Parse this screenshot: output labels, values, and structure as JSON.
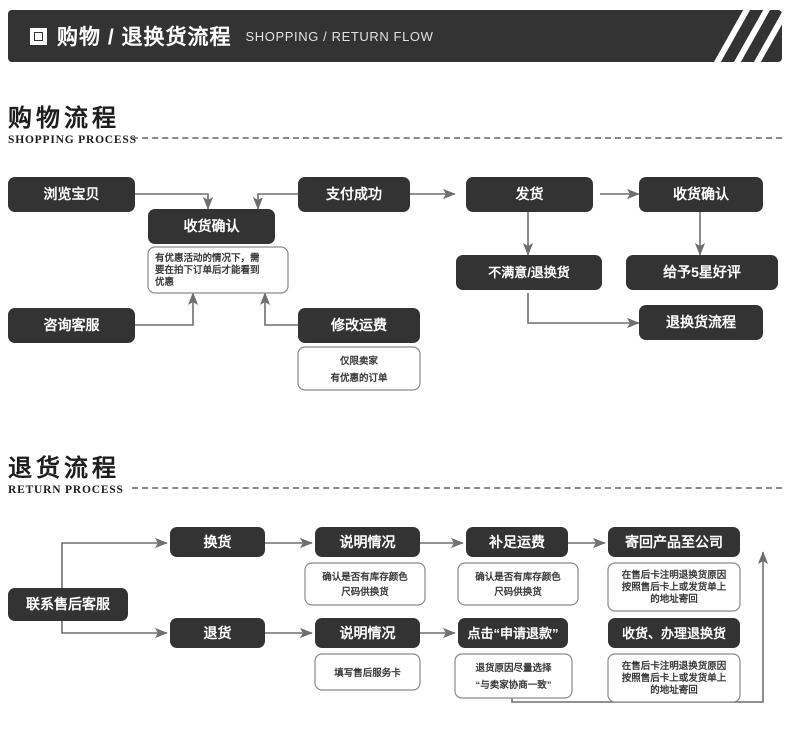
{
  "header": {
    "icon": "square-icon",
    "title_cn": "购物 / 退换货流程",
    "title_en": "SHOPPING / RETURN FLOW",
    "bg_color": "#333333",
    "text_color": "#ffffff"
  },
  "sections": [
    {
      "id": "shopping",
      "title_cn": "购物流程",
      "title_en": "SHOPPING PROCESS"
    },
    {
      "id": "return",
      "title_cn": "退货流程",
      "title_en": "RETURN PROCESS"
    }
  ],
  "colors": {
    "box_dark": "#333333",
    "box_light": "#ffffff",
    "box_light_border": "#8a8a8a",
    "connector": "#6f6f6f",
    "dash": "#8a8a8a"
  },
  "shopping_flow": {
    "nodes": [
      {
        "id": "s1",
        "label": "浏览宝贝",
        "type": "dark"
      },
      {
        "id": "s2",
        "label": "收货确认",
        "type": "dark"
      },
      {
        "id": "s3",
        "label": "支付成功",
        "type": "dark"
      },
      {
        "id": "s4",
        "label": "发货",
        "type": "dark"
      },
      {
        "id": "s5",
        "label": "收货确认",
        "type": "dark"
      },
      {
        "id": "s6",
        "label": "不满意/退换货",
        "type": "dark"
      },
      {
        "id": "s7",
        "label": "给予5星好评",
        "type": "dark"
      },
      {
        "id": "s8",
        "label": "咨询客服",
        "type": "dark"
      },
      {
        "id": "s9",
        "label": "修改运费",
        "type": "dark"
      },
      {
        "id": "s10",
        "label": "退换货流程",
        "type": "dark"
      }
    ],
    "notes": [
      {
        "id": "n1",
        "for": "s2",
        "align": "left",
        "lines": [
          "有优惠活动的情况下，需",
          "要在拍下订单后才能看到",
          "优惠"
        ]
      },
      {
        "id": "n2",
        "for": "s9",
        "align": "center",
        "lines": [
          "仅限卖家",
          "有优惠的订单"
        ]
      }
    ],
    "edges": [
      {
        "from": "s1",
        "to": "s2"
      },
      {
        "from": "s3",
        "to": "s2"
      },
      {
        "from": "s8",
        "to": "n1"
      },
      {
        "from": "s9",
        "to": "n1"
      },
      {
        "from": "s3",
        "to": "s4"
      },
      {
        "from": "s4",
        "to": "s5"
      },
      {
        "from": "s4",
        "to": "s6"
      },
      {
        "from": "s5",
        "to": "s7"
      },
      {
        "from": "s6",
        "to": "s10"
      }
    ]
  },
  "return_flow": {
    "nodes": [
      {
        "id": "r1",
        "label": "联系售后客服",
        "type": "dark"
      },
      {
        "id": "r2",
        "label": "换货",
        "type": "dark"
      },
      {
        "id": "r3",
        "label": "说明情况",
        "type": "dark"
      },
      {
        "id": "r4",
        "label": "补足运费",
        "type": "dark"
      },
      {
        "id": "r5",
        "label": "寄回产品至公司",
        "type": "dark"
      },
      {
        "id": "r6",
        "label": "退货",
        "type": "dark"
      },
      {
        "id": "r7",
        "label": "说明情况",
        "type": "dark"
      },
      {
        "id": "r8",
        "label": "点击“申请退款”",
        "type": "dark"
      },
      {
        "id": "r9",
        "label": "收货、办理退换货",
        "type": "dark"
      }
    ],
    "notes": [
      {
        "id": "m1",
        "for": "r3",
        "align": "center",
        "lines": [
          "确认是否有库存颜色",
          "尺码供换货"
        ]
      },
      {
        "id": "m2",
        "for": "r4",
        "align": "center",
        "lines": [
          "确认是否有库存颜色",
          "尺码供换货"
        ]
      },
      {
        "id": "m3",
        "for": "r5",
        "align": "center",
        "lines": [
          "在售后卡注明退换货原因",
          "按照售后卡上或发货单上",
          "的地址寄回"
        ]
      },
      {
        "id": "m4",
        "for": "r7",
        "align": "center",
        "lines": [
          "填写售后服务卡"
        ]
      },
      {
        "id": "m5",
        "for": "r8",
        "align": "center",
        "lines": [
          "退货原因尽量选择",
          "“与卖家协商一致”"
        ]
      },
      {
        "id": "m6",
        "for": "r9",
        "align": "center",
        "lines": [
          "在售后卡注明退换货原因",
          "按照售后卡上或发货单上",
          "的地址寄回"
        ]
      }
    ],
    "edges": [
      {
        "from": "r1",
        "to": "r2"
      },
      {
        "from": "r1",
        "to": "r6"
      },
      {
        "from": "r2",
        "to": "r3"
      },
      {
        "from": "r3",
        "to": "r4"
      },
      {
        "from": "r4",
        "to": "r5"
      },
      {
        "from": "r6",
        "to": "r7"
      },
      {
        "from": "r7",
        "to": "r8"
      },
      {
        "from": "m5",
        "to": "r5"
      }
    ]
  }
}
